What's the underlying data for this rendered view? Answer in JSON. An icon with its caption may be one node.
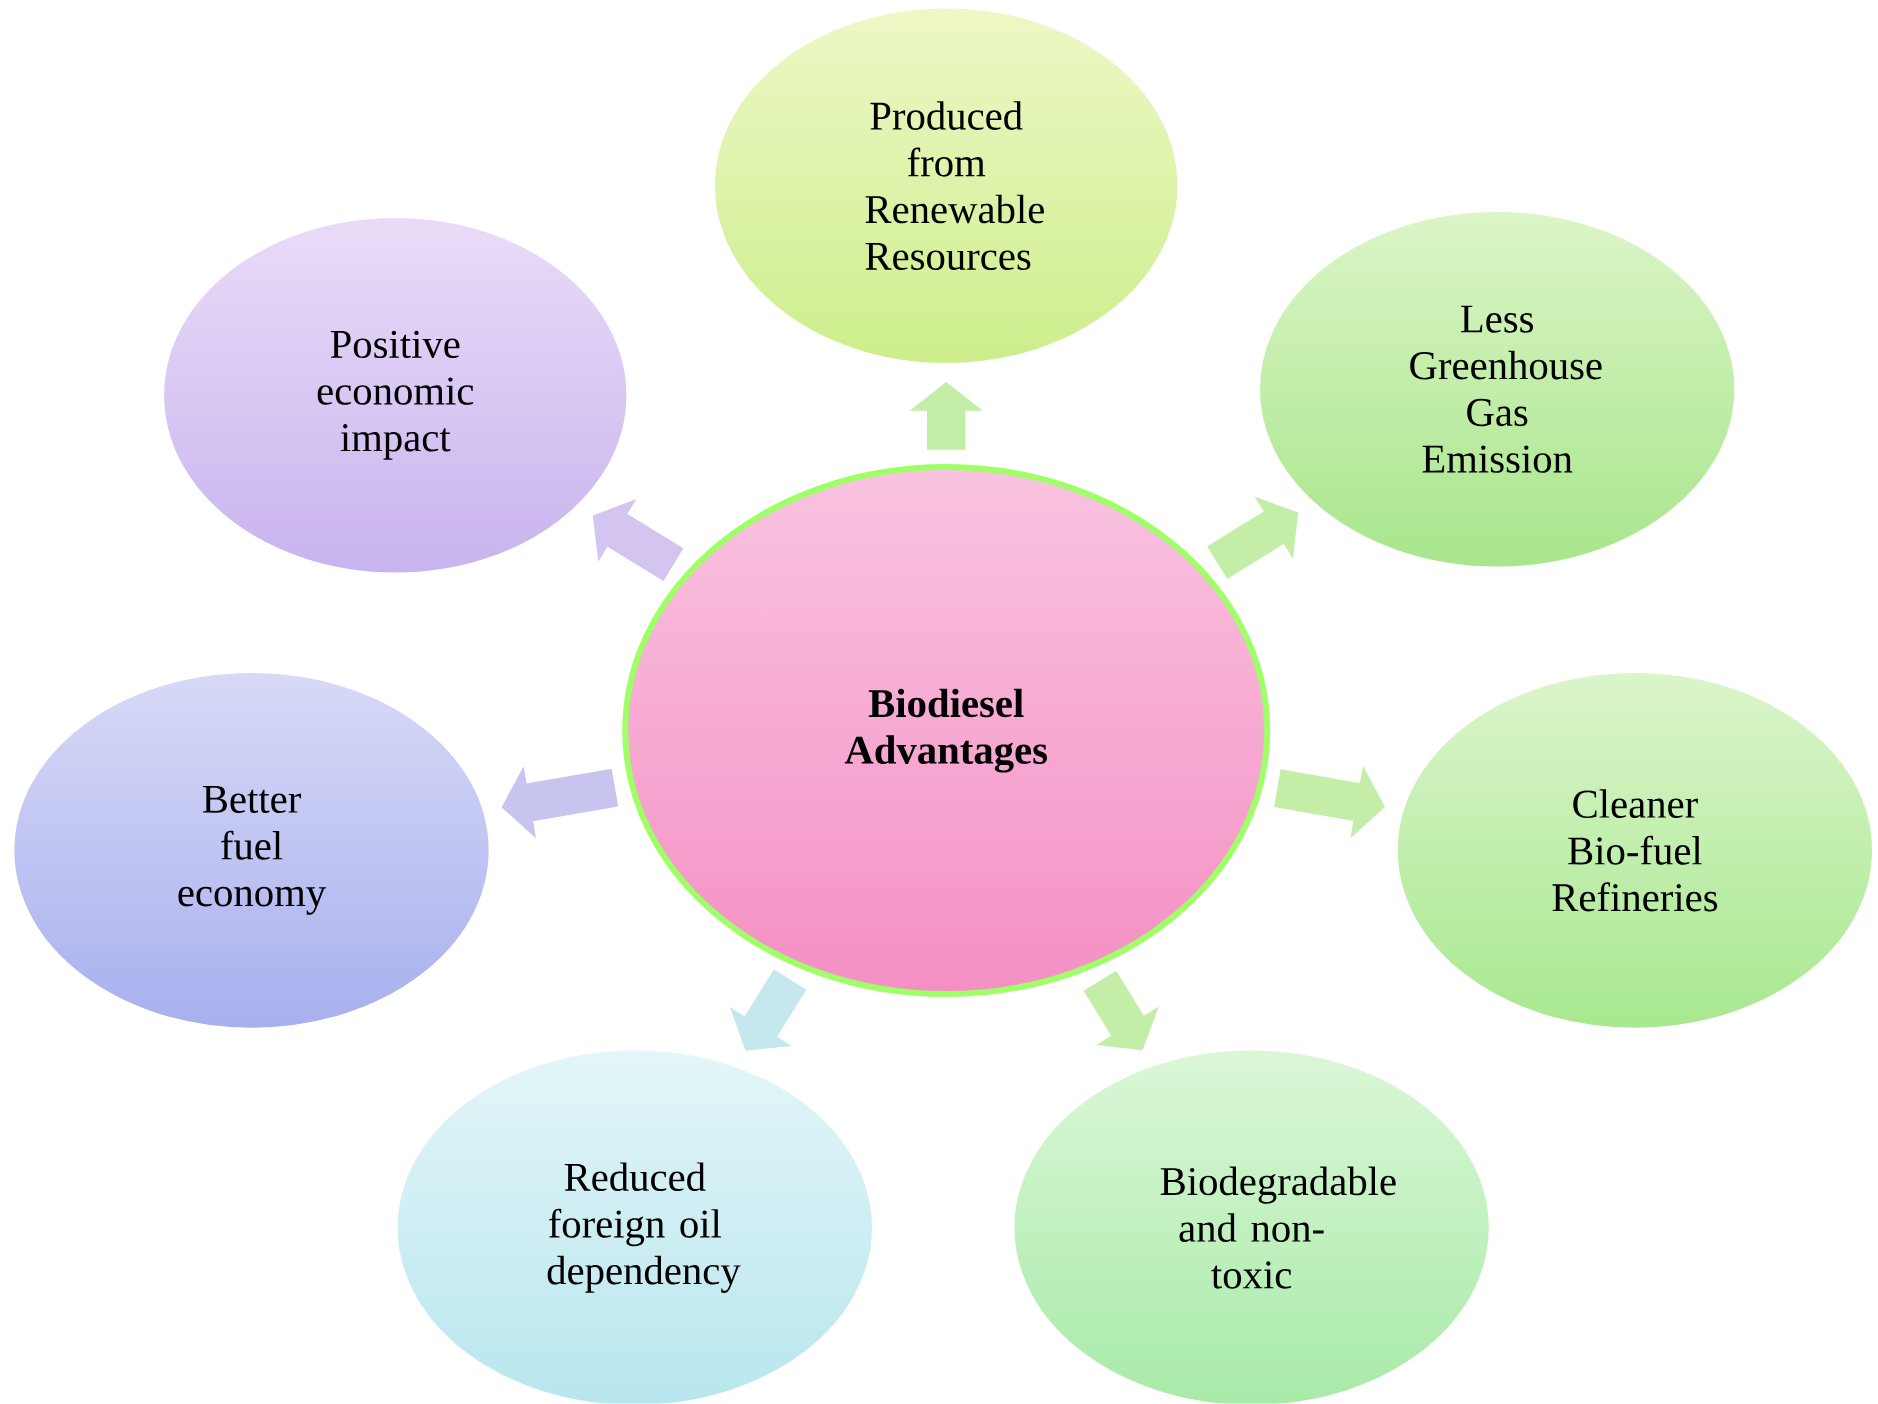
{
  "diagram": {
    "nodes": [
      {
        "text": [
          "**Biodiesel Advantages**"
        ]
      },
      {
        "text": [
          "Produced from Renewable Resources"
        ]
      },
      {
        "text": [
          "Less Greenhouse Gas Emission"
        ]
      },
      {
        "text": [
          "Cleaner Bio-fuel Refineries"
        ]
      },
      {
        "text": [
          "Biodegradable and non-toxic"
        ]
      },
      {
        "text": [
          "Reduced foreign oil dependency"
        ]
      },
      {
        "text": [
          "Better fuel economy"
        ]
      },
      {
        "text": [
          "Positive economic impact"
        ]
      }
    ],
    "edges": [
      {
        "from": 0,
        "to": 1,
        "arrow": "to"
      },
      {
        "from": 0,
        "to": 2,
        "arrow": "to"
      },
      {
        "from": 0,
        "to": 3,
        "arrow": "to"
      },
      {
        "from": 0,
        "to": 4,
        "arrow": "to"
      },
      {
        "from": 0,
        "to": 5,
        "arrow": "to",
        "color": "#c4e8ee"
      },
      {
        "from": 0,
        "to": 6,
        "arrow": "to",
        "color": "#c8c4f0"
      },
      {
        "from": 0,
        "to": 7,
        "arrow": "to",
        "color": "#d4c4f0"
      }
    ]
  }
}
